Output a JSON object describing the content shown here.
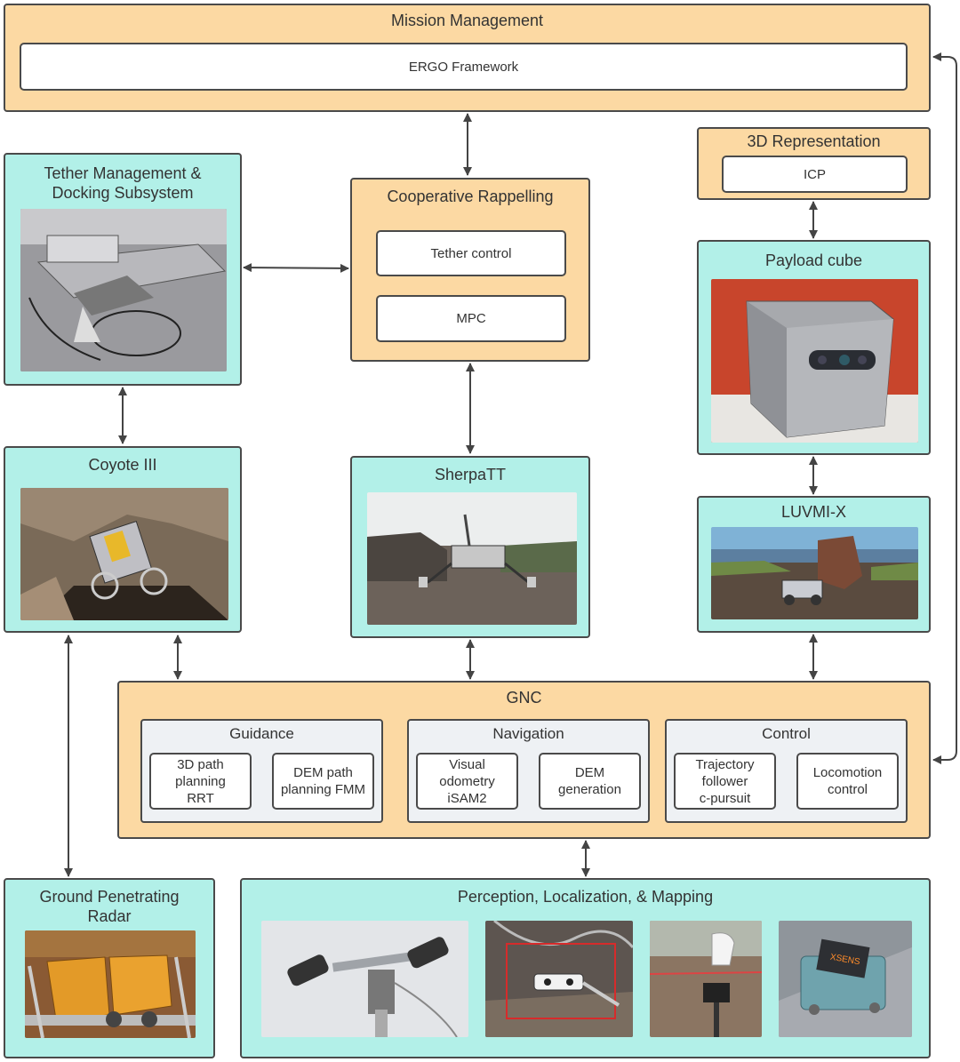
{
  "mission": {
    "title": "Mission Management",
    "framework": "ERGO Framework"
  },
  "tether": {
    "title": "Tether Management &\nDocking Subsystem"
  },
  "rappelling": {
    "title": "Cooperative Rappelling",
    "items": [
      "Tether control",
      "MPC"
    ]
  },
  "representation": {
    "title": "3D Representation",
    "item": "ICP"
  },
  "payload": {
    "title": "Payload cube"
  },
  "coyote": {
    "title": "Coyote III"
  },
  "sherpa": {
    "title": "SherpaTT"
  },
  "luvmi": {
    "title": "LUVMI-X"
  },
  "gnc": {
    "title": "GNC",
    "groups": [
      {
        "title": "Guidance",
        "items": [
          "3D path\nplanning\nRRT",
          "DEM path\nplanning FMM"
        ]
      },
      {
        "title": "Navigation",
        "items": [
          "Visual\nodometry\niSAM2",
          "DEM\ngeneration"
        ]
      },
      {
        "title": "Control",
        "items": [
          "Trajectory\nfollower\nc-pursuit",
          "Locomotion\ncontrol"
        ]
      }
    ]
  },
  "gpr": {
    "title": "Ground Penetrating\nRadar"
  },
  "perception": {
    "title": "Perception, Localization, & Mapping",
    "sensor_label": "XSENS"
  },
  "colors": {
    "orange_fill": "#fcd9a3",
    "teal_fill": "#b2f0e8",
    "grey_fill": "#eef1f4",
    "border": "#4a4a4a"
  }
}
